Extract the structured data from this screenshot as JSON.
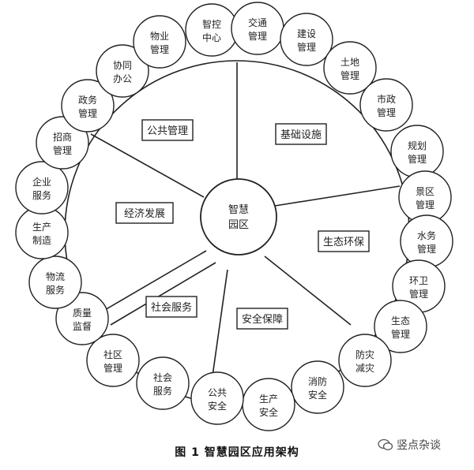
{
  "center": {
    "lines": [
      "智慧",
      "园区"
    ]
  },
  "sectors": [
    {
      "id": "public",
      "label": "公共管理"
    },
    {
      "id": "infra",
      "label": "基础设施"
    },
    {
      "id": "eco",
      "label": "生态环保"
    },
    {
      "id": "safety",
      "label": "安全保障"
    },
    {
      "id": "social",
      "label": "社会服务"
    },
    {
      "id": "economy",
      "label": "经济发展"
    }
  ],
  "nodes": [
    {
      "lines": [
        "智控",
        "中心"
      ]
    },
    {
      "lines": [
        "交通",
        "管理"
      ]
    },
    {
      "lines": [
        "建设",
        "管理"
      ]
    },
    {
      "lines": [
        "土地",
        "管理"
      ]
    },
    {
      "lines": [
        "市政",
        "管理"
      ]
    },
    {
      "lines": [
        "规划",
        "管理"
      ]
    },
    {
      "lines": [
        "景区",
        "管理"
      ]
    },
    {
      "lines": [
        "水务",
        "管理"
      ]
    },
    {
      "lines": [
        "环卫",
        "管理"
      ]
    },
    {
      "lines": [
        "生态",
        "管理"
      ]
    },
    {
      "lines": [
        "防灾",
        "减灾"
      ]
    },
    {
      "lines": [
        "消防",
        "安全"
      ]
    },
    {
      "lines": [
        "生产",
        "安全"
      ]
    },
    {
      "lines": [
        "公共",
        "安全"
      ]
    },
    {
      "lines": [
        "社会",
        "服务"
      ]
    },
    {
      "lines": [
        "社区",
        "管理"
      ]
    },
    {
      "lines": [
        "质量",
        "监督"
      ]
    },
    {
      "lines": [
        "物流",
        "服务"
      ]
    },
    {
      "lines": [
        "生产",
        "制造"
      ]
    },
    {
      "lines": [
        "企业",
        "服务"
      ]
    },
    {
      "lines": [
        "招商",
        "管理"
      ]
    },
    {
      "lines": [
        "政务",
        "管理"
      ]
    },
    {
      "lines": [
        "协同",
        "办公"
      ]
    },
    {
      "lines": [
        "物业",
        "管理"
      ]
    }
  ],
  "caption": "图 1   智慧园区应用架构",
  "watermark": "竖点杂谈"
}
